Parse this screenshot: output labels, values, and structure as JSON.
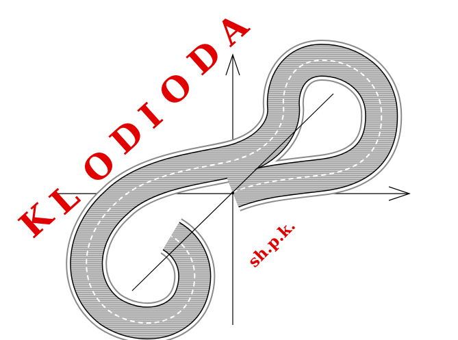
{
  "logo": {
    "letters": [
      "K",
      "L",
      "O",
      "D",
      "I",
      "O",
      "D",
      "A"
    ],
    "suffix": "sh.p.k.",
    "text_color": "#e00000",
    "road_fill": "#c8c8c8",
    "line_color": "#000000",
    "dash_color": "#ffffff",
    "outline_color": "#7f7f7f"
  }
}
